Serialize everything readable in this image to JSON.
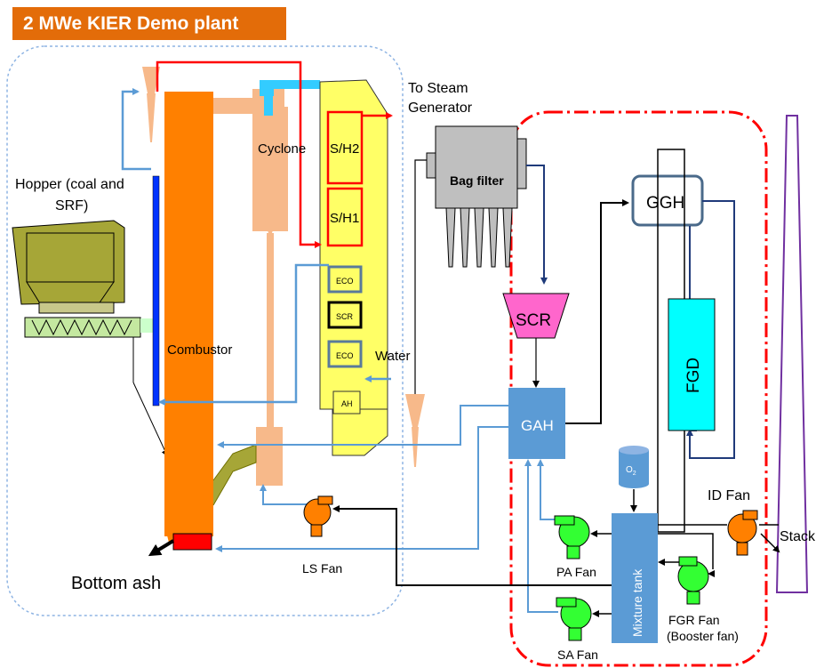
{
  "title": "2 MWe KIER Demo plant",
  "labels": {
    "hopper_line1": "Hopper (coal and",
    "hopper_line2": "SRF)",
    "combustor": "Combustor",
    "cyclone": "Cyclone",
    "sh2": "S/H2",
    "sh1": "S/H1",
    "eco_top": "ECO",
    "scr_small": "SCR",
    "eco_bottom": "ECO",
    "ah": "AH",
    "water": "Water",
    "to_steam_line1": "To Steam",
    "to_steam_line2": "Generator",
    "bag_filter": "Bag filter",
    "scr": "SCR",
    "ggh": "GGH",
    "fgd": "FGD",
    "gah": "GAH",
    "o2": "O",
    "o2_sub": "2",
    "mixture_tank": "Mixture tank",
    "id_fan": "ID Fan",
    "stack": "Stack",
    "pa_fan": "PA Fan",
    "fgr_fan_line1": "FGR Fan",
    "fgr_fan_line2": "(Booster fan)",
    "sa_fan": "SA Fan",
    "ls_fan": "LS Fan",
    "bottom_ash": "Bottom ash"
  },
  "colors": {
    "title_bg": "#e36c09",
    "combustor": "#ff8000",
    "cyclone": "#f7b98a",
    "boiler": "#ffff66",
    "bag_filter": "#bfbfbf",
    "scr": "#ff66cc",
    "gah": "#5b9bd5",
    "fgd": "#00ffff",
    "fan": "#33ff33",
    "id_fan": "#ff8000",
    "mixture_tank": "#5b9bd5",
    "hopper": "#a6a637",
    "red_boundary": "#ff0000",
    "blue_boundary": "#8eb4e3"
  }
}
